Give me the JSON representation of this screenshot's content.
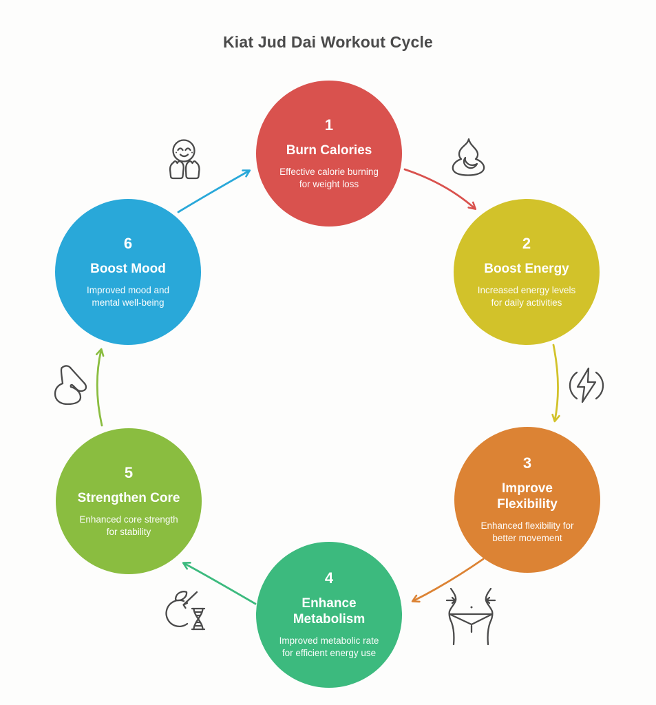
{
  "title": "Kiat Jud Dai Workout Cycle",
  "colors": {
    "background": "#fdfdfc",
    "title_text": "#4a4a4a",
    "icon_stroke": "#4a4a4a",
    "node_text": "#ffffff"
  },
  "steps": [
    {
      "number": "1",
      "title": "Burn Calories",
      "description": "Effective calorie burning\nfor weight loss",
      "color": "#d9524e"
    },
    {
      "number": "2",
      "title": "Boost Energy",
      "description": "Increased energy levels\nfor daily activities",
      "color": "#d2c22a"
    },
    {
      "number": "3",
      "title": "Improve\nFlexibility",
      "description": "Enhanced flexibility for\nbetter movement",
      "color": "#dc8334"
    },
    {
      "number": "4",
      "title": "Enhance\nMetabolism",
      "description": "Improved metabolic rate\nfor efficient energy use",
      "color": "#3cba7e"
    },
    {
      "number": "5",
      "title": "Strengthen Core",
      "description": "Enhanced core strength\nfor stability",
      "color": "#8abd40"
    },
    {
      "number": "6",
      "title": "Boost Mood",
      "description": "Improved mood and\nmental well-being",
      "color": "#29a8d9"
    }
  ],
  "arrows": [
    {
      "from": "1",
      "to": "2",
      "color": "#d9524e",
      "icon": "flame-icon"
    },
    {
      "from": "2",
      "to": "3",
      "color": "#d2c22a",
      "icon": "lightning-icon"
    },
    {
      "from": "3",
      "to": "4",
      "color": "#dc8334",
      "icon": "slim-waist-icon"
    },
    {
      "from": "4",
      "to": "5",
      "color": "#3cba7e",
      "icon": "apple-dna-icon"
    },
    {
      "from": "5",
      "to": "6",
      "color": "#8abd40",
      "icon": "flexed-bicep-icon"
    },
    {
      "from": "6",
      "to": "1",
      "color": "#29a8d9",
      "icon": "relaxed-face-icon"
    }
  ]
}
